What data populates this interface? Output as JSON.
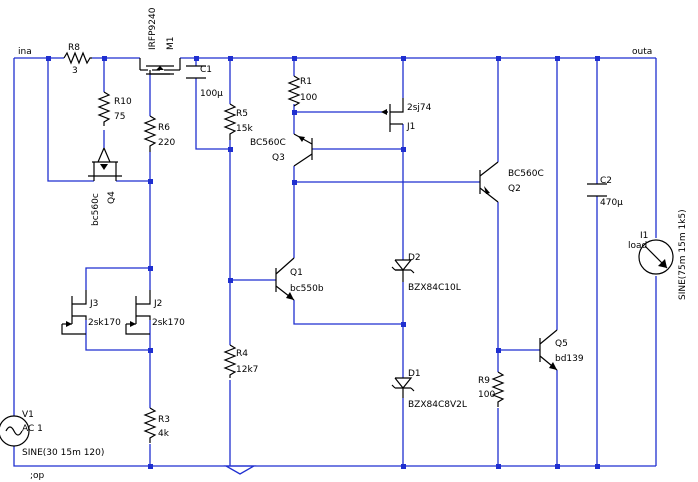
{
  "nets": {
    "ina": "ina",
    "outa": "outa"
  },
  "directive": ";op",
  "components": {
    "r8": {
      "name": "R8",
      "value": "3"
    },
    "r10": {
      "name": "R10",
      "value": "75"
    },
    "r6": {
      "name": "R6",
      "value": "220"
    },
    "r5": {
      "name": "R5",
      "value": "15k"
    },
    "r1": {
      "name": "R1",
      "value": "100"
    },
    "r4": {
      "name": "R4",
      "value": "12k7"
    },
    "r3": {
      "name": "R3",
      "value": "4k"
    },
    "r9": {
      "name": "R9",
      "value": "100"
    },
    "m1": {
      "name": "M1",
      "value": "IRFP9240"
    },
    "c1": {
      "name": "C1",
      "value": "100µ"
    },
    "c2": {
      "name": "C2",
      "value": "470µ"
    },
    "q4": {
      "name": "Q4",
      "value": "bc560c"
    },
    "q3": {
      "name": "Q3",
      "value": "BC560C"
    },
    "q2": {
      "name": "Q2",
      "value": "BC560C"
    },
    "q1": {
      "name": "Q1",
      "value": "bc550b"
    },
    "q5": {
      "name": "Q5",
      "value": "bd139"
    },
    "j1": {
      "name": "J1",
      "value": "2sj74"
    },
    "j2": {
      "name": "J2",
      "value": "2sk170"
    },
    "j3": {
      "name": "J3",
      "value": "2sk170"
    },
    "d1": {
      "name": "D1",
      "value": "BZX84C8V2L"
    },
    "d2": {
      "name": "D2",
      "value": "BZX84C10L"
    },
    "v1": {
      "name": "V1",
      "value": "AC 1",
      "source": "SINE(30 15m 120)"
    },
    "i1": {
      "name": "I1",
      "value": "load",
      "source": "SINE(75m 15m 1k5)"
    }
  }
}
